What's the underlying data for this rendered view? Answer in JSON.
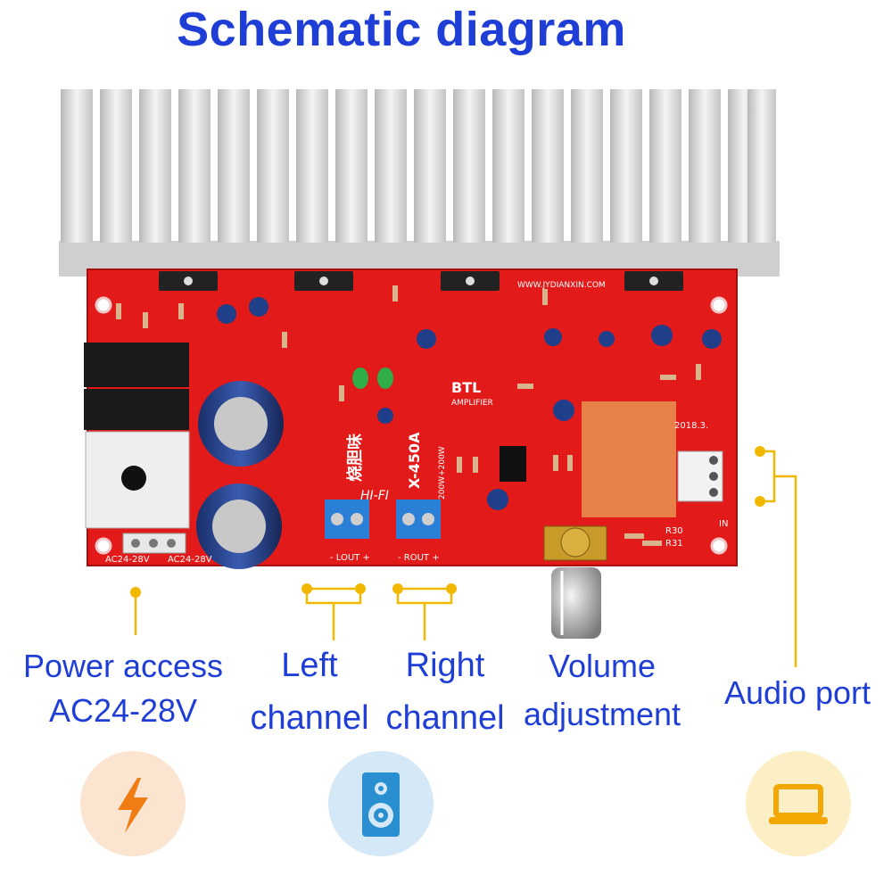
{
  "title": "Schematic diagram",
  "board": {
    "silkscreen": {
      "model": "X-450A",
      "hifi": "HI-FI",
      "btl": "BTL",
      "amplifier": "AMPLIFIER",
      "power": "200W+200W",
      "url": "WWW.JYDIANXIN.COM",
      "lout": "- LOUT +",
      "rout": "- ROUT +",
      "ac_left": "AC24-28V",
      "ac_right": "AC24-28V",
      "in": "IN",
      "date": "2018.3.",
      "r30": "R30",
      "r31": "R31",
      "chinese": "烧胆味"
    }
  },
  "labels": {
    "power_line1": "Power access",
    "power_line2": "AC24-28V",
    "left_line1": "Left",
    "left_line2": "channel",
    "right_line1": "Right",
    "right_line2": "channel",
    "volume_line1": "Volume",
    "volume_line2": "adjustment",
    "audio": "Audio port"
  },
  "icons": {
    "power": "lightning-icon",
    "speaker": "speaker-icon",
    "laptop": "laptop-icon"
  },
  "colors": {
    "title": "#1e3ed6",
    "label": "#1e3ed6",
    "board": "#e21a1a",
    "heatsink": "#d9d9d9",
    "connector": "#f2b800",
    "terminal": "#2a7fd6"
  }
}
